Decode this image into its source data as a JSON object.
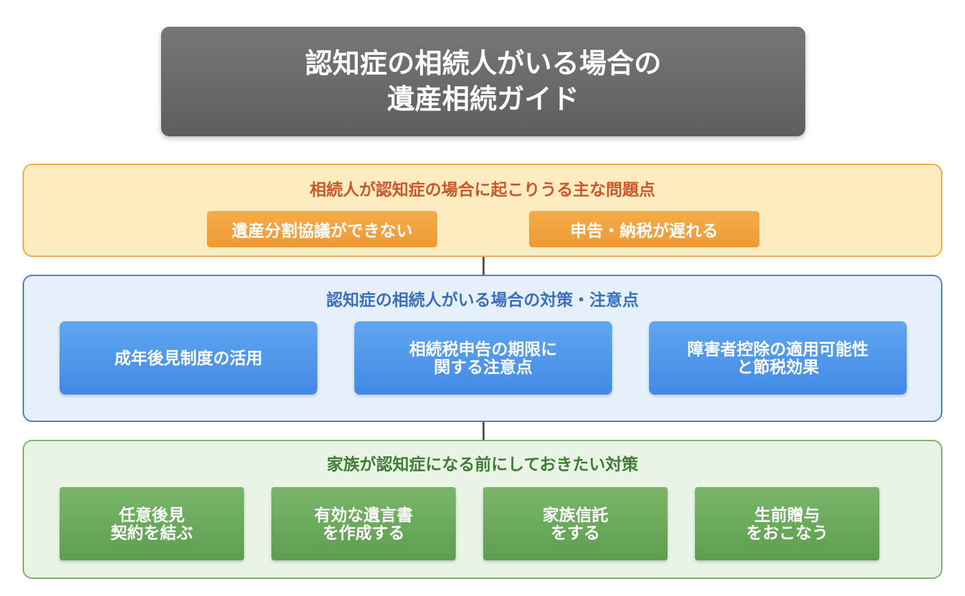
{
  "title": {
    "line1": "認知症の相続人がいる場合の",
    "line2": "遺産相続ガイド"
  },
  "problems": {
    "heading": "相続人が認知症の場合に起こりうる主な問題点",
    "items": [
      {
        "label": "遺産分割協議ができない"
      },
      {
        "label": "申告・納税が遅れる"
      }
    ]
  },
  "measures": {
    "heading": "認知症の相続人がいる場合の対策・注意点",
    "items": [
      {
        "line1": "成年後見制度の活用",
        "line2": ""
      },
      {
        "line1": "相続税申告の期限に",
        "line2": "関する注意点"
      },
      {
        "line1": "障害者控除の適用可能性",
        "line2": "と節税効果"
      }
    ]
  },
  "preparation": {
    "heading": "家族が認知症になる前にしておきたい対策",
    "items": [
      {
        "line1": "任意後見",
        "line2": "契約を結ぶ"
      },
      {
        "line1": "有効な遺言書",
        "line2": "を作成する"
      },
      {
        "line1": "家族信託",
        "line2": "をする"
      },
      {
        "line1": "生前贈与",
        "line2": "をおこなう"
      }
    ]
  },
  "colors": {
    "title_bg": "#6b6b6b",
    "problems_bg": "#fcecbf",
    "problems_border": "#f0ac48",
    "problems_heading": "#cd5528",
    "measures_bg": "#e6f0fa",
    "measures_border": "#4a7ec9",
    "measures_heading": "#3a6fbf",
    "prep_bg": "#eaf4e6",
    "prep_border": "#7cb36a",
    "prep_heading": "#3f7d35"
  }
}
